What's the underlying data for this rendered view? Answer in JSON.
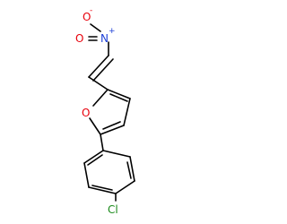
{
  "molecule": {
    "atoms": {
      "nitro_oxygen_charged": {
        "symbol": "O",
        "charge": "-",
        "color": "#e8000b"
      },
      "nitro_oxygen_double": {
        "symbol": "O",
        "color": "#e8000b"
      },
      "nitro_nitrogen": {
        "symbol": "N",
        "charge": "+",
        "color": "#1c3fd6"
      },
      "furan_oxygen": {
        "symbol": "O",
        "color": "#e8000b"
      },
      "chlorine": {
        "symbol": "Cl",
        "color": "#1a8a1a"
      }
    }
  }
}
